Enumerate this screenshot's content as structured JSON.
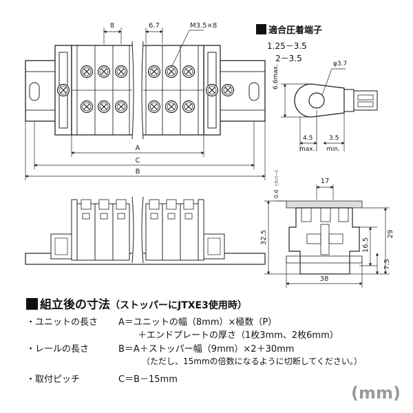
{
  "top_dims": {
    "pitch": "8",
    "p67": "6.7",
    "screw": "M3.5×8"
  },
  "lengths": {
    "A": "A",
    "C": "C",
    "B": "B"
  },
  "terminal_section": {
    "title": "適合圧着端子",
    "sizes": [
      "1.25－3.5",
      "2－3.5"
    ],
    "phi": "φ3.7",
    "dim_66": "6.6max.",
    "dim_45": "4.5",
    "max_label": "max.",
    "dim_35": "3.5",
    "min_label": "min."
  },
  "side_dims": {
    "d17": "17",
    "d06": "0.6",
    "d06_note": "(カバー)",
    "d325": "32.5",
    "d29": "29",
    "d165": "16.5",
    "d75": "7.5",
    "d38": "38"
  },
  "assembly": {
    "title": "組立後の寸法",
    "title_sub": "（ストッパーにJTXE3使用時）",
    "rows": [
      {
        "label": "・ユニットの長さ",
        "formula": "A＝ユニットの幅（8mm）×極数（P）"
      },
      {
        "label": "",
        "formula": "＋エンドプレートの厚さ（1枚3mm、2枚6mm）"
      },
      {
        "label": "・レールの長さ",
        "formula": "B＝A＋ストッパー幅（9mm）×2＋30mm"
      },
      {
        "label": "",
        "formula": "（ただし、15mmの倍数になるように切断してください。）"
      },
      {
        "label": "・取付ピッチ",
        "formula": "C＝B－15mm"
      }
    ]
  },
  "unit_label": "(mm)"
}
